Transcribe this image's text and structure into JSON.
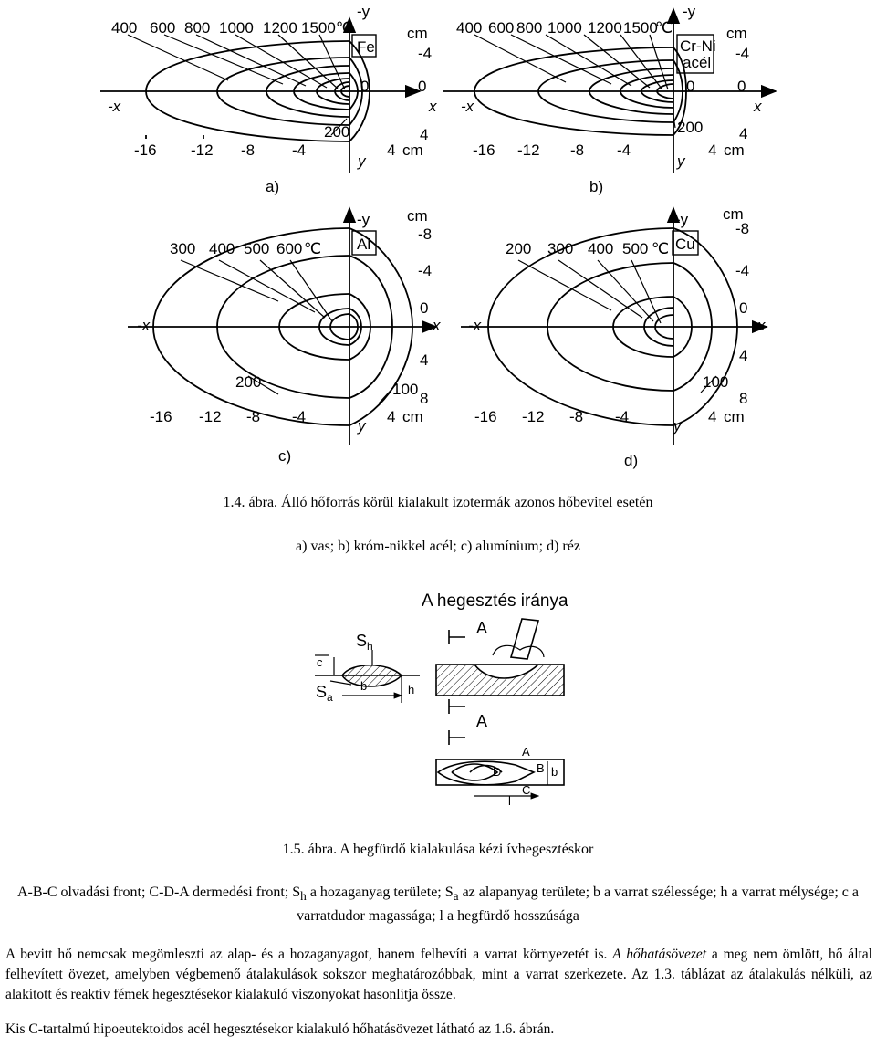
{
  "figure_1_4": {
    "panel_a": {
      "labels": [
        "400",
        "600",
        "800",
        "1000",
        "1200",
        "1500℃"
      ],
      "material": "Fe",
      "axis_neg_x": "-x",
      "axis_x": "x",
      "axis_neg_y": "-y",
      "axis_y": "y",
      "unit": "cm",
      "y_ticks": [
        "-4",
        "0",
        "4"
      ],
      "x_ticks": [
        "-16",
        "-12",
        "-8",
        "-4",
        "4"
      ],
      "x_unit": "cm",
      "extra": "200",
      "origin": "0",
      "letter": "a)"
    },
    "panel_b": {
      "labels": [
        "400",
        "600",
        "800",
        "1000",
        "1200",
        "1500",
        "℃"
      ],
      "material": "Cr-Ni",
      "material2": "acél",
      "axis_neg_x": "-x",
      "axis_x": "x",
      "axis_neg_y": "-y",
      "axis_y": "y",
      "unit": "cm",
      "y_ticks": [
        "-4",
        "0",
        "4"
      ],
      "x_ticks": [
        "-16",
        "-12",
        "-8",
        "-4",
        "4"
      ],
      "x_unit": "cm",
      "extra": "200",
      "origin": "0",
      "letter": "b)"
    },
    "panel_c": {
      "labels": [
        "300",
        "400",
        "500",
        "600",
        "℃"
      ],
      "material": "Al",
      "axis_neg_x": "-x",
      "axis_x": "x",
      "axis_neg_y": "-y",
      "axis_y": "y",
      "unit": "cm",
      "y_ticks": [
        "-8",
        "-4",
        "0",
        "4",
        "8"
      ],
      "x_ticks": [
        "-16",
        "-12",
        "-8",
        "-4",
        "4"
      ],
      "x_unit": "cm",
      "extra": "200",
      "extra2": "100",
      "letter": "c)"
    },
    "panel_d": {
      "labels": [
        "200",
        "300",
        "400",
        "500",
        "℃"
      ],
      "material": "Cu",
      "axis_neg_x": "-x",
      "axis_x": "x",
      "axis_neg_y": "-y",
      "axis_y": "y",
      "unit": "cm",
      "y_ticks": [
        "-8",
        "-4",
        "0",
        "4",
        "8"
      ],
      "x_ticks": [
        "-16",
        "-12",
        "-8",
        "-4",
        "4"
      ],
      "x_unit": "cm",
      "extra": "100",
      "letter": "d)"
    },
    "caption_line1": "1.4. ábra. Álló hőforrás körül kialakult izotermák azonos hőbevitel esetén",
    "caption_line2": "a) vas; b) króm-nikkel acél; c) alumínium; d) réz"
  },
  "figure_1_5": {
    "title": "A hegesztés iránya",
    "labels": {
      "S": "S",
      "h_sub": "h",
      "a_sub": "a",
      "c": "c",
      "b": "b",
      "h": "h",
      "A_top": "A",
      "A_bottom": "A",
      "A2": "A",
      "B": "B",
      "D": "D",
      "C": "C",
      "l": "l",
      "b2": "b"
    },
    "caption": "1.5. ábra. A hegfürdő kialakulása kézi ívhegesztéskor",
    "legend_1": "A-B-C olvadási front; C-D-A dermedési front; S",
    "legend_h": "h",
    "legend_2": " a hozaganyag területe; S",
    "legend_a": "a",
    "legend_3": " az alapanyag területe; b a varrat szélessége; h a varrat mélysége; c a varratdudor magassága; l a hegfürdő hosszúsága"
  },
  "body": {
    "para1_a": "A bevitt hő nemcsak megömleszti az alap- és a hozaganyagot, hanem felhevíti a varrat környezetét is. ",
    "para1_em": "A hőhatásövezet",
    "para1_b": " a meg nem ömlött, hő által felhevített övezet, amelyben végbemenő átalakulások sokszor meghatározóbbak, mint a varrat szerkezete. Az 1.3. táblázat az átalakulás nélküli, az alakított és reaktív fémek hegesztésekor kialakuló viszonyokat hasonlítja össze.",
    "para2": "Kis C-tartalmú hipoeutektoidos acél hegesztésekor kialakuló hőhatásövezet látható az 1.6. ábrán."
  }
}
